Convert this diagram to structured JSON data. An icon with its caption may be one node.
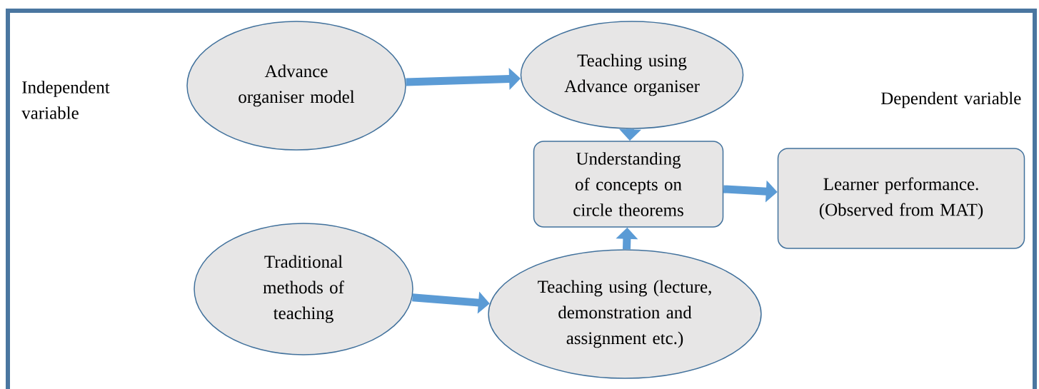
{
  "diagram": {
    "nodes": [
      {
        "text": [
          "Advance organiser model"
        ]
      },
      {
        "text": [
          "Teaching using Advance organiser"
        ]
      },
      {
        "text": [
          "Understanding of concepts on circle theorems"
        ]
      },
      {
        "text": [
          "Learner performance. (Observed from MAT)"
        ]
      },
      {
        "text": [
          "Traditional methods of teaching"
        ]
      },
      {
        "text": [
          "Teaching using (lecture, demonstration and assignment etc.)"
        ]
      }
    ],
    "edges": [
      {
        "from": 0,
        "to": 1,
        "arrow": "to"
      },
      {
        "from": 1,
        "to": 2,
        "arrow": "to"
      },
      {
        "from": 2,
        "to": 3,
        "arrow": "to"
      },
      {
        "from": 4,
        "to": 5,
        "arrow": "to"
      },
      {
        "from": 5,
        "to": 2,
        "arrow": "to"
      }
    ],
    "labels": [
      "Independent variable",
      "Dependent variable"
    ]
  }
}
